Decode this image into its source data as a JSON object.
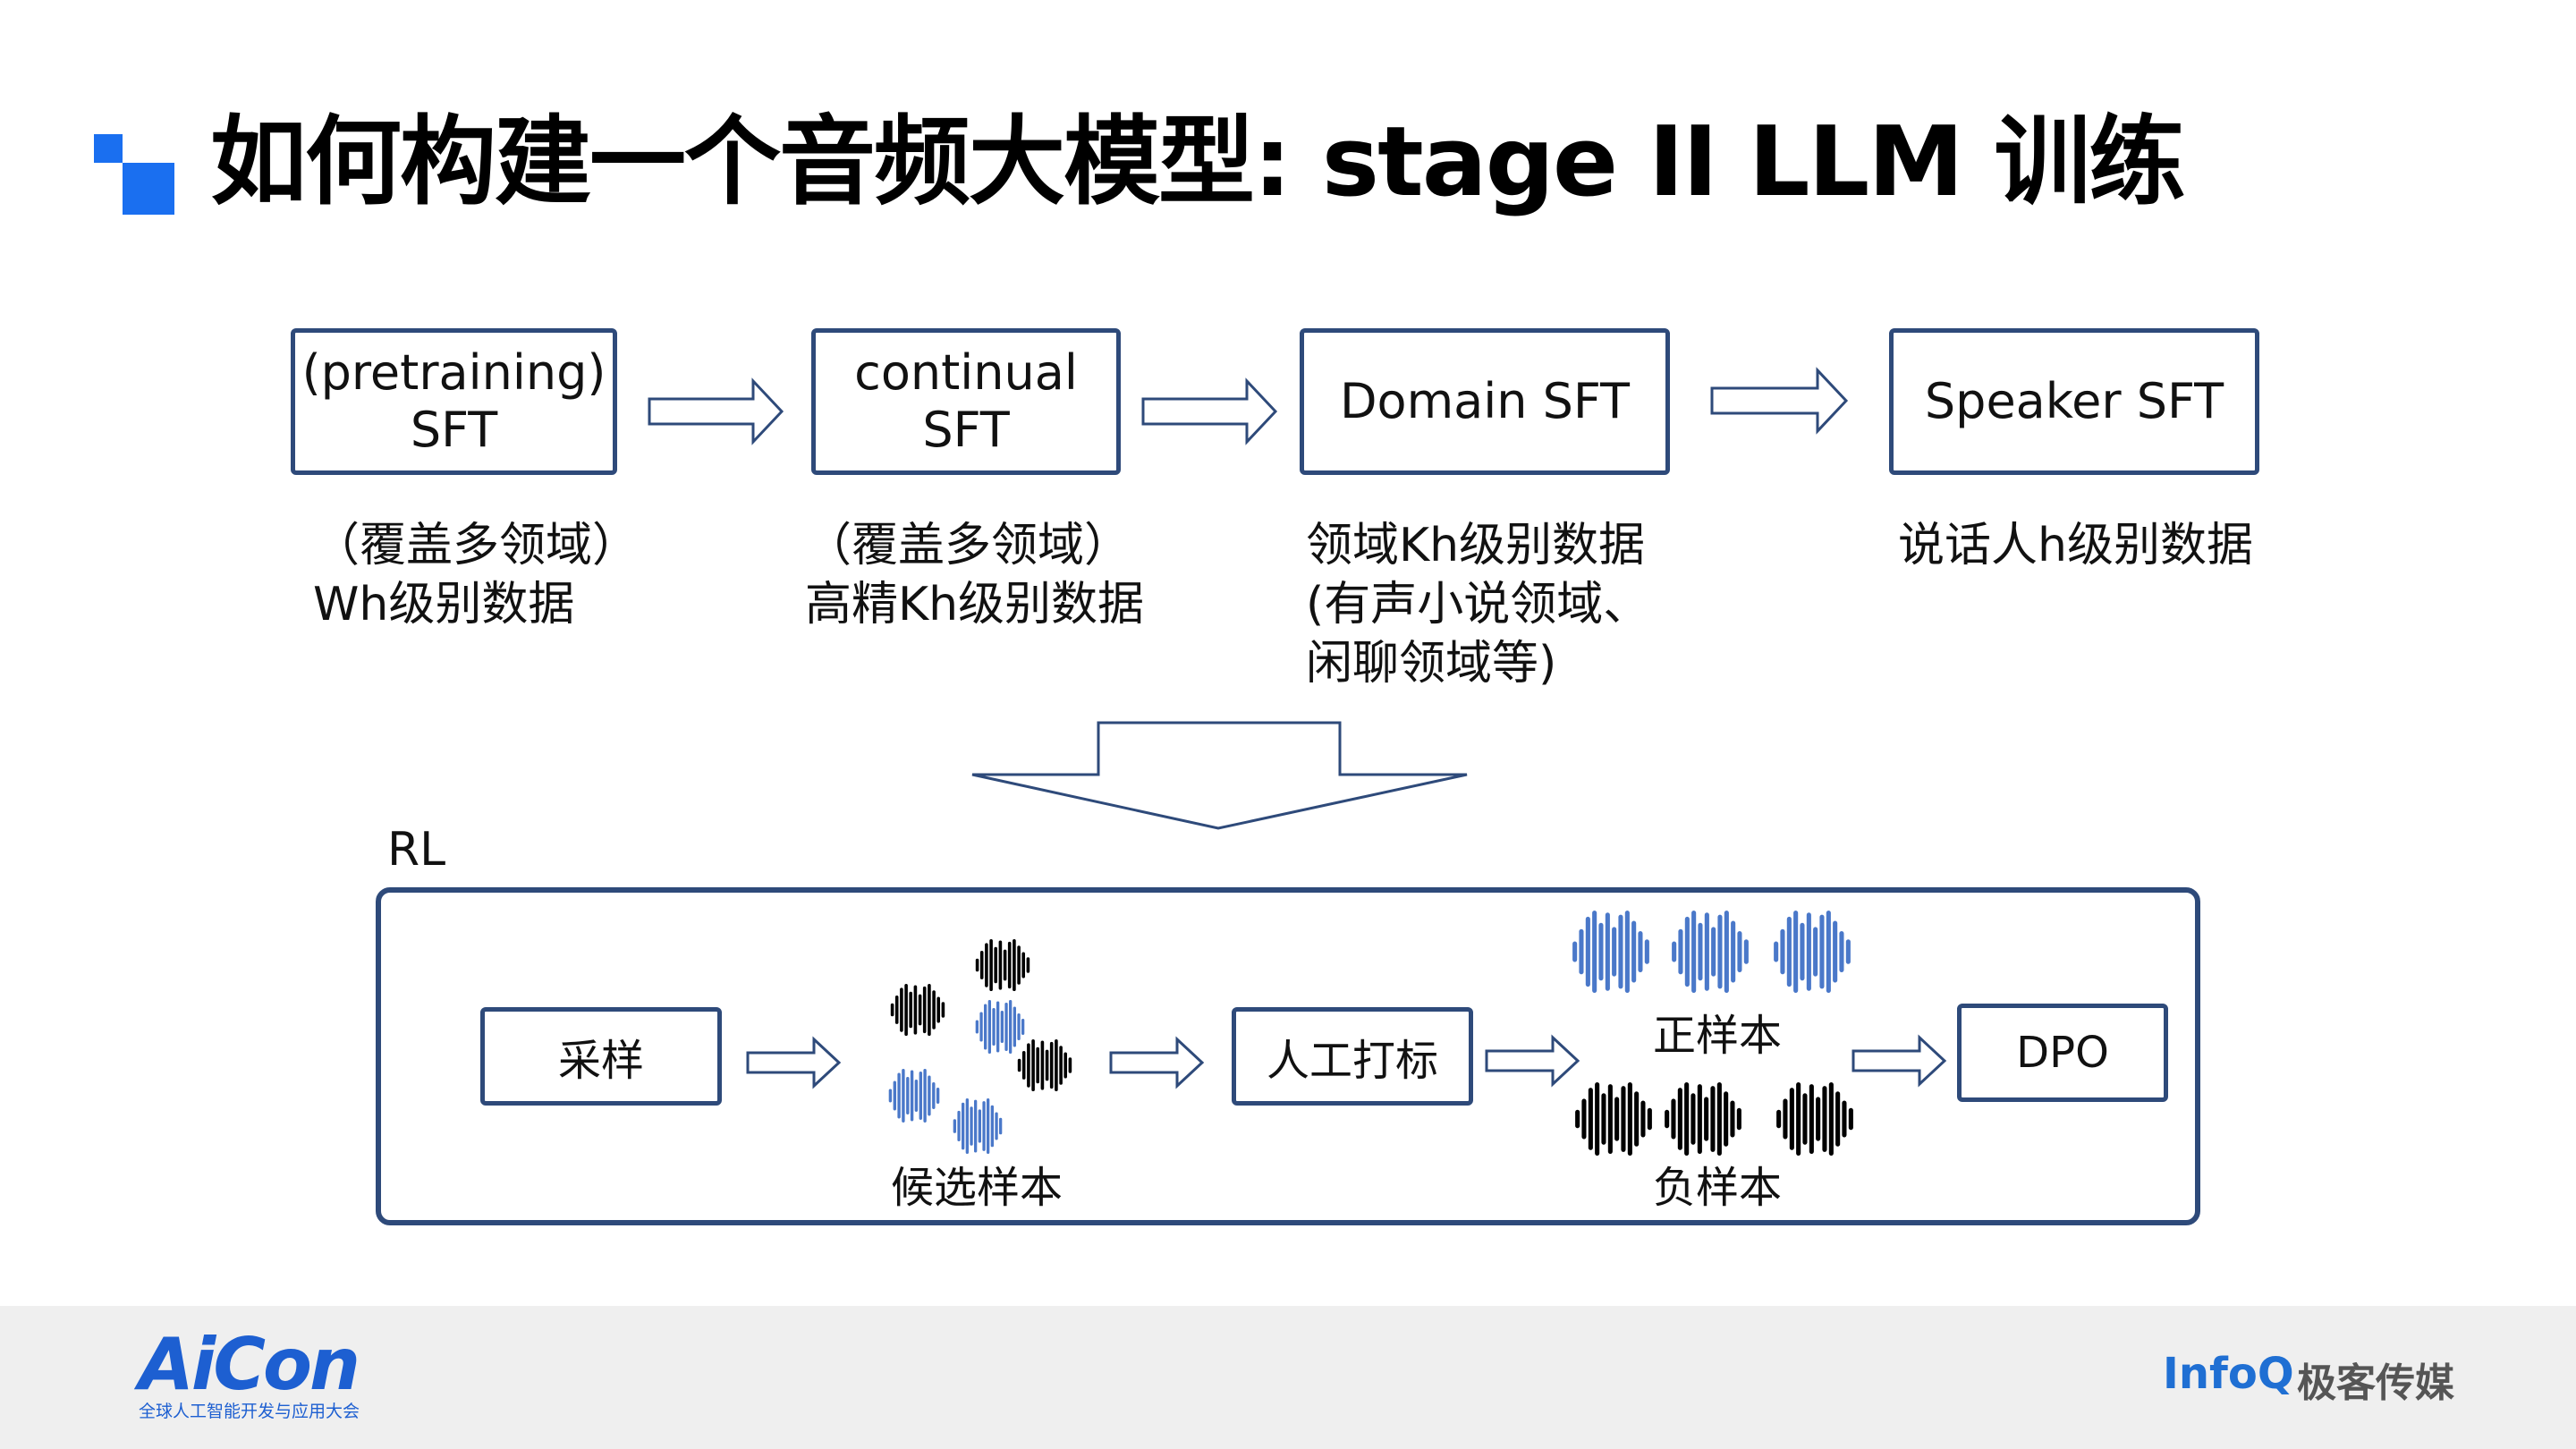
{
  "title": "如何构建一个音频大模型: stage II LLM 训练",
  "stages": [
    {
      "line1": "(pretraining)",
      "line2": "SFT",
      "note": "（覆盖多领域）\nWh级别数据"
    },
    {
      "line1": "continual",
      "line2": "SFT",
      "note": "（覆盖多领域）\n高精Kh级别数据"
    },
    {
      "line1": "Domain SFT",
      "line2": "",
      "note": "领域Kh级别数据\n(有声小说领域、\n闲聊领域等)"
    },
    {
      "line1": "Speaker SFT",
      "line2": "",
      "note": "说话人h级别数据"
    }
  ],
  "rl": {
    "label": "RL",
    "sample_box": "采样",
    "candidates_label": "候选样本",
    "annotate_box": "人工打标",
    "positive_label": "正样本",
    "negative_label": "负样本",
    "dpo_box": "DPO"
  },
  "footer": {
    "aicon_logo": "AiCon",
    "aicon_sub": "全球人工智能开发与应用大会",
    "infoq_logo": "InfoQ",
    "infoq_sub": "极客传媒"
  },
  "colors": {
    "box_border": "#2e4a7a",
    "accent_blue": "#1a6ff0",
    "wave_blue": "#4a78c9",
    "wave_black": "#000000"
  }
}
